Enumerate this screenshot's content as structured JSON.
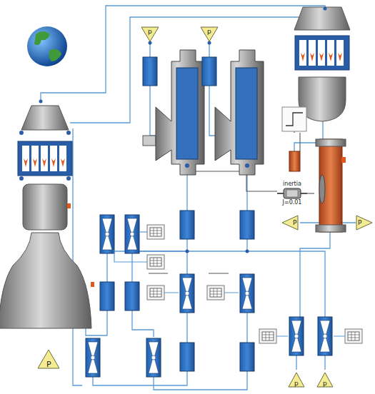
{
  "diagram": {
    "nodes": [
      {
        "text": [
          "p"
        ]
      },
      {
        "text": [
          "p"
        ]
      },
      {
        "text": [
          "inertia",
          "J=0.01"
        ]
      },
      {
        "text": [
          "P"
        ]
      },
      {
        "text": [
          "P"
        ]
      },
      {
        "text": [
          "P"
        ]
      },
      {
        "text": [
          "p"
        ]
      },
      {
        "text": [
          "p"
        ]
      }
    ]
  }
}
